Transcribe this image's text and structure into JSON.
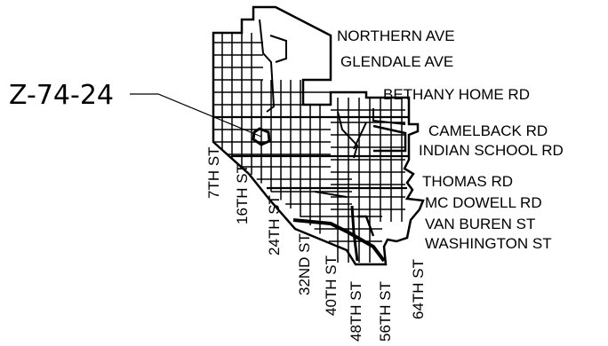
{
  "map": {
    "case_label": "Z-74-24",
    "east_west_streets": [
      "NORTHERN AVE",
      "GLENDALE AVE",
      "BETHANY HOME RD",
      "CAMELBACK RD",
      "INDIAN SCHOOL RD",
      "THOMAS RD",
      "MC DOWELL RD",
      "VAN BUREN ST",
      "WASHINGTON ST"
    ],
    "north_south_streets": [
      "7TH ST",
      "16TH ST",
      "24TH ST",
      "32ND ST",
      "40TH ST",
      "48TH ST",
      "56TH ST",
      "64TH ST"
    ],
    "colors": {
      "ink": "#000000",
      "background": "#ffffff"
    }
  }
}
